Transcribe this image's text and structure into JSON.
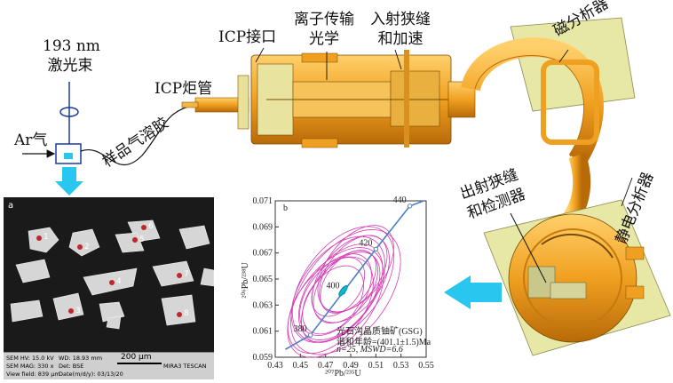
{
  "labels": {
    "laser_wavelength": "193 nm",
    "laser_beam": "激光束",
    "ar_gas": "Ar气",
    "sample_aerosol": "样品气溶胶",
    "icp_torch": "ICP炬管",
    "icp_interface": "ICP接口",
    "ion_transfer_line1": "离子传输",
    "ion_transfer_line2": "光学",
    "entrance_slit_line1": "入射狭缝",
    "entrance_slit_line2": "和加速",
    "magnetic_analyzer": "磁分析器",
    "electrostatic_analyzer": "静电分析器",
    "exit_slit_line1": "出射狭缝",
    "exit_slit_line2": "和检测器"
  },
  "sem_image": {
    "panel_tag": "a",
    "scale_bar": "200 μm",
    "spots": [
      "1",
      "2",
      "3",
      "4",
      "5",
      "6",
      "7",
      "8"
    ],
    "info": {
      "hv": "SEM HV: 15.0 kV",
      "wd": "WD: 18.93 mm",
      "brand": "MIRA3 TESCAN",
      "mag": "SEM MAG: 330 x",
      "det": "Det: BSE",
      "view": "View field: 839 μm",
      "date": "Date(m/d/y): 03/13/20"
    }
  },
  "concordia": {
    "panel_tag": "b",
    "sample_line1": "光石沟晶质铀矿(GSG)",
    "sample_line2": "谐和年龄=(401.1±1.5)Ma",
    "sample_line3": "n=25, MSWD=6.6",
    "xlabel": "²⁰⁷Pb/²³⁵U",
    "ylabel": "²⁰⁶Pb/²³⁸U",
    "age_labels": [
      "380",
      "400",
      "420",
      "440"
    ],
    "colors": {
      "ellipse": "#d43fb4",
      "concordia": "#4a7fc0",
      "mean": "#00bcd4"
    }
  },
  "chart_data": {
    "type": "scatter",
    "xlabel": "²⁰⁷Pb/²³⁵U",
    "ylabel": "²⁰⁶Pb/²³⁸U",
    "xlim": [
      0.43,
      0.55
    ],
    "ylim": [
      0.059,
      0.071
    ],
    "x_ticks": [
      "0.43",
      "0.45",
      "0.47",
      "0.49",
      "0.51",
      "0.53",
      "0.55"
    ],
    "y_ticks": [
      "0.059",
      "0.061",
      "0.063",
      "0.065",
      "0.067",
      "0.069",
      "0.071"
    ],
    "concordia_ages_ma": [
      380,
      400,
      420,
      440
    ],
    "concordia_points": [
      {
        "age": 380,
        "x": 0.458,
        "y": 0.0607
      },
      {
        "age": 400,
        "x": 0.484,
        "y": 0.064
      },
      {
        "age": 420,
        "x": 0.51,
        "y": 0.0673
      },
      {
        "age": 440,
        "x": 0.537,
        "y": 0.0706
      }
    ],
    "ellipses": [
      {
        "x": 0.478,
        "y": 0.0638,
        "rx": 0.034,
        "ry": 0.0038
      },
      {
        "x": 0.482,
        "y": 0.064,
        "rx": 0.04,
        "ry": 0.0044
      },
      {
        "x": 0.486,
        "y": 0.0644,
        "rx": 0.03,
        "ry": 0.0035
      },
      {
        "x": 0.48,
        "y": 0.0642,
        "rx": 0.044,
        "ry": 0.005
      },
      {
        "x": 0.49,
        "y": 0.065,
        "rx": 0.036,
        "ry": 0.0042
      },
      {
        "x": 0.476,
        "y": 0.0634,
        "rx": 0.028,
        "ry": 0.0034
      },
      {
        "x": 0.484,
        "y": 0.0646,
        "rx": 0.048,
        "ry": 0.0054
      },
      {
        "x": 0.488,
        "y": 0.0648,
        "rx": 0.026,
        "ry": 0.003
      },
      {
        "x": 0.482,
        "y": 0.0636,
        "rx": 0.038,
        "ry": 0.004
      },
      {
        "x": 0.492,
        "y": 0.0654,
        "rx": 0.032,
        "ry": 0.0036
      },
      {
        "x": 0.474,
        "y": 0.063,
        "rx": 0.04,
        "ry": 0.0046
      },
      {
        "x": 0.486,
        "y": 0.064,
        "rx": 0.052,
        "ry": 0.0058
      },
      {
        "x": 0.48,
        "y": 0.0644,
        "rx": 0.024,
        "ry": 0.003
      },
      {
        "x": 0.494,
        "y": 0.0658,
        "rx": 0.036,
        "ry": 0.004
      },
      {
        "x": 0.478,
        "y": 0.0632,
        "rx": 0.046,
        "ry": 0.005
      }
    ],
    "mean": {
      "x": 0.484,
      "y": 0.0641,
      "age_ma": 401.1,
      "err_ma": 1.5,
      "n": 25,
      "mswd": 6.6
    }
  }
}
